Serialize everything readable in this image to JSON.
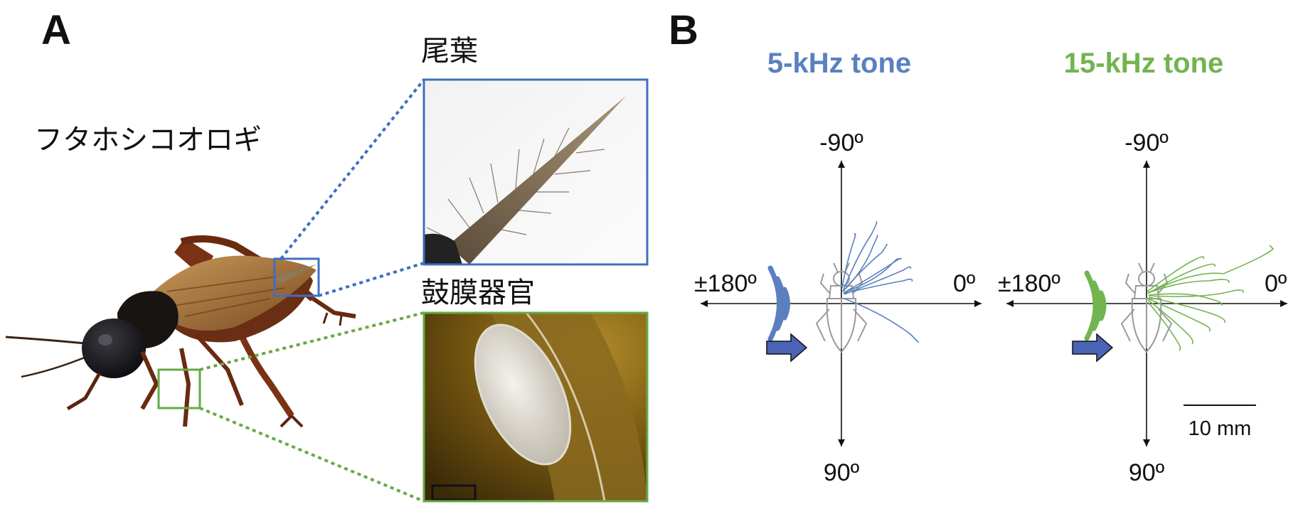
{
  "panel_a": {
    "letter": "A",
    "species_name": "フタホシコオロギ",
    "inset_top_label": "尾葉",
    "inset_bottom_label": "鼓膜器官"
  },
  "panel_b": {
    "letter": "B",
    "left_plot": {
      "tone_label": "5-kHz tone",
      "angle_top": "-90º",
      "angle_bottom": "90º",
      "angle_left": "±180º",
      "angle_right": "0º"
    },
    "right_plot": {
      "tone_label": "15-kHz tone",
      "angle_top": "-90º",
      "angle_bottom": "90º",
      "angle_left": "±180º",
      "angle_right": "0º"
    },
    "scale_bar_label": "10 mm"
  },
  "colors": {
    "blue": "#5a80c0",
    "green": "#72b450",
    "arrow_fill": "#4a63b5",
    "cricket_outline": "#9a9a9a",
    "text": "#111111"
  }
}
